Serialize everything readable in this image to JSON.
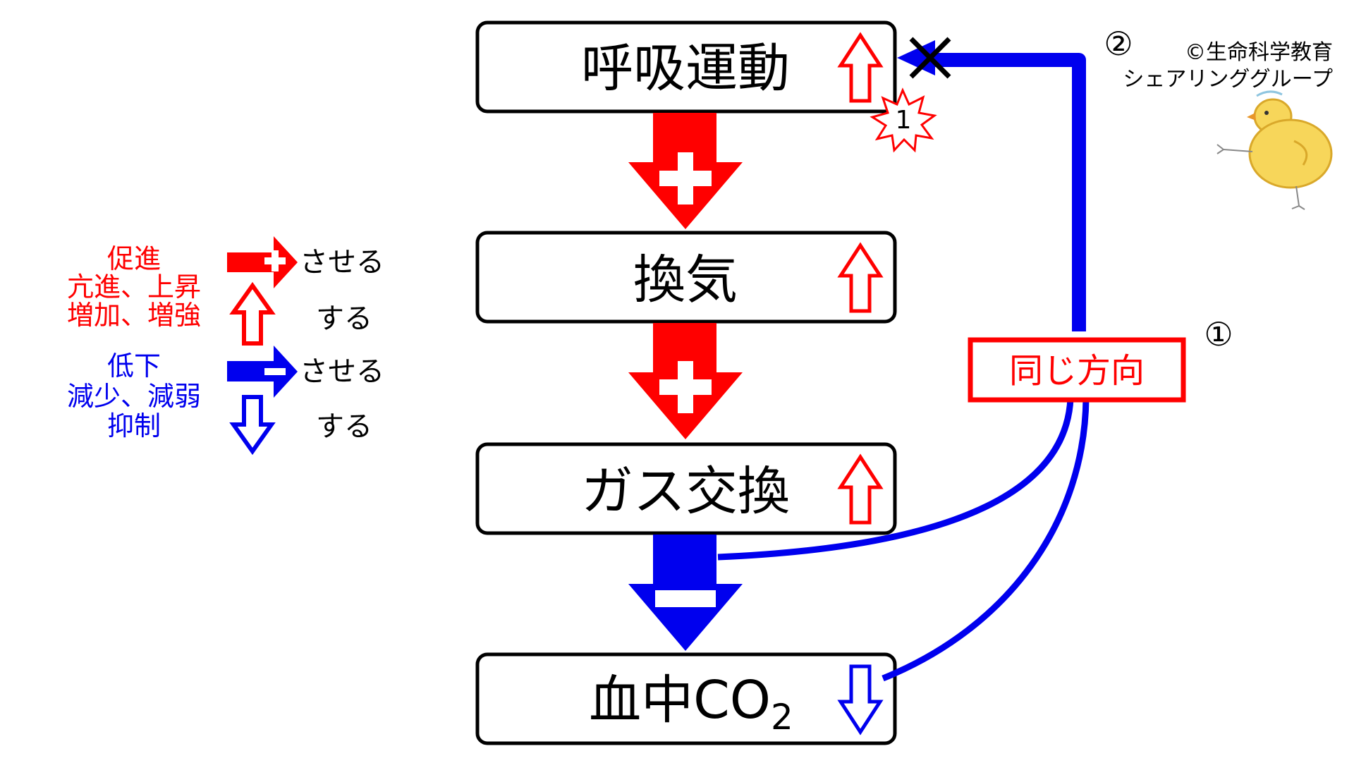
{
  "flow": {
    "boxes": [
      {
        "label": "呼吸運動",
        "arrow": "up"
      },
      {
        "label": "換気",
        "arrow": "up"
      },
      {
        "label": "ガス交換",
        "arrow": "up"
      },
      {
        "label": "血中CO",
        "subscript": "2",
        "arrow": "down"
      }
    ],
    "connectors": [
      {
        "sign": "+",
        "color": "red"
      },
      {
        "sign": "+",
        "color": "red"
      },
      {
        "sign": "−",
        "color": "blue"
      }
    ]
  },
  "feedback": {
    "label": "同じ方向",
    "marker_1": "①",
    "marker_2": "②",
    "block_mark": "×",
    "burst_number": "1"
  },
  "legend": {
    "promote_words": [
      "促進",
      "亢進、上昇",
      "増加、増強"
    ],
    "suppress_words": [
      "低下",
      "減少、減弱",
      "抑制"
    ],
    "cause_text": "させる",
    "do_text": "する"
  },
  "credit": {
    "line1": "©生命科学教育",
    "line2": "シェアリンググループ"
  },
  "colors": {
    "red": "#ff0000",
    "blue": "#0000ee",
    "black": "#000000"
  }
}
